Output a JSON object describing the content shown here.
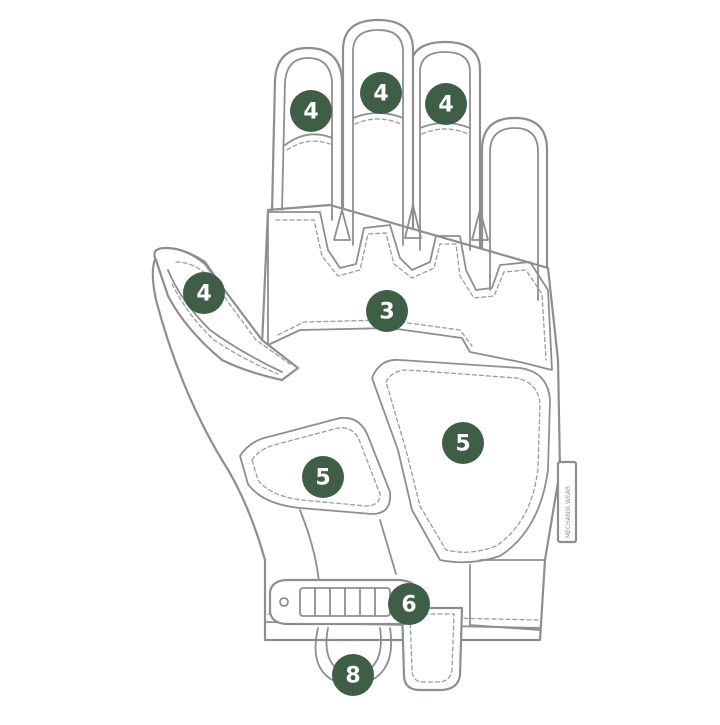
{
  "badge_color": "#3e5e45",
  "outline_color": "#8c8f90",
  "callouts": [
    {
      "id": "index-tip",
      "label": "4"
    },
    {
      "id": "middle-tip",
      "label": "4"
    },
    {
      "id": "ring-tip",
      "label": "4"
    },
    {
      "id": "thumb",
      "label": "4"
    },
    {
      "id": "knuckle-palm",
      "label": "3"
    },
    {
      "id": "palm-pad-right",
      "label": "5"
    },
    {
      "id": "palm-pad-left",
      "label": "5"
    },
    {
      "id": "wrist-strap",
      "label": "6"
    },
    {
      "id": "pull-loop",
      "label": "8"
    }
  ],
  "brand_tag": "MECHANIX WEAR"
}
